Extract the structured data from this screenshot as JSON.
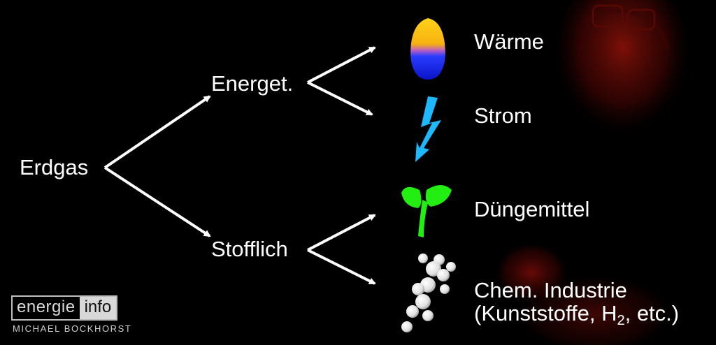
{
  "diagram": {
    "root": "Erdgas",
    "branches": {
      "energetic": "Energet.",
      "material": "Stofflich"
    },
    "outputs": {
      "heat": "Wärme",
      "power": "Strom",
      "fertilizer": "Düngemittel",
      "chem_line1": "Chem. Industrie",
      "chem_line2_prefix": "(Kunststoffe, H",
      "chem_line2_sub": "2",
      "chem_line2_suffix": ", etc.)"
    }
  },
  "branding": {
    "logo_left": "energie",
    "logo_right": "info",
    "author": "MICHAEL BOCKHORST"
  },
  "colors": {
    "background": "#000000",
    "text": "#ffffff",
    "arrow": "#ffffff",
    "flame_outer": "#1a2bff",
    "flame_inner": "#ffd21a",
    "lightning": "#1eb8ff",
    "plant": "#22ee11",
    "molecule": "#ffffff",
    "portrait_tint": "#7a0c08"
  },
  "icons": [
    "flame-icon",
    "lightning-icon",
    "plant-icon",
    "molecule-icon"
  ]
}
